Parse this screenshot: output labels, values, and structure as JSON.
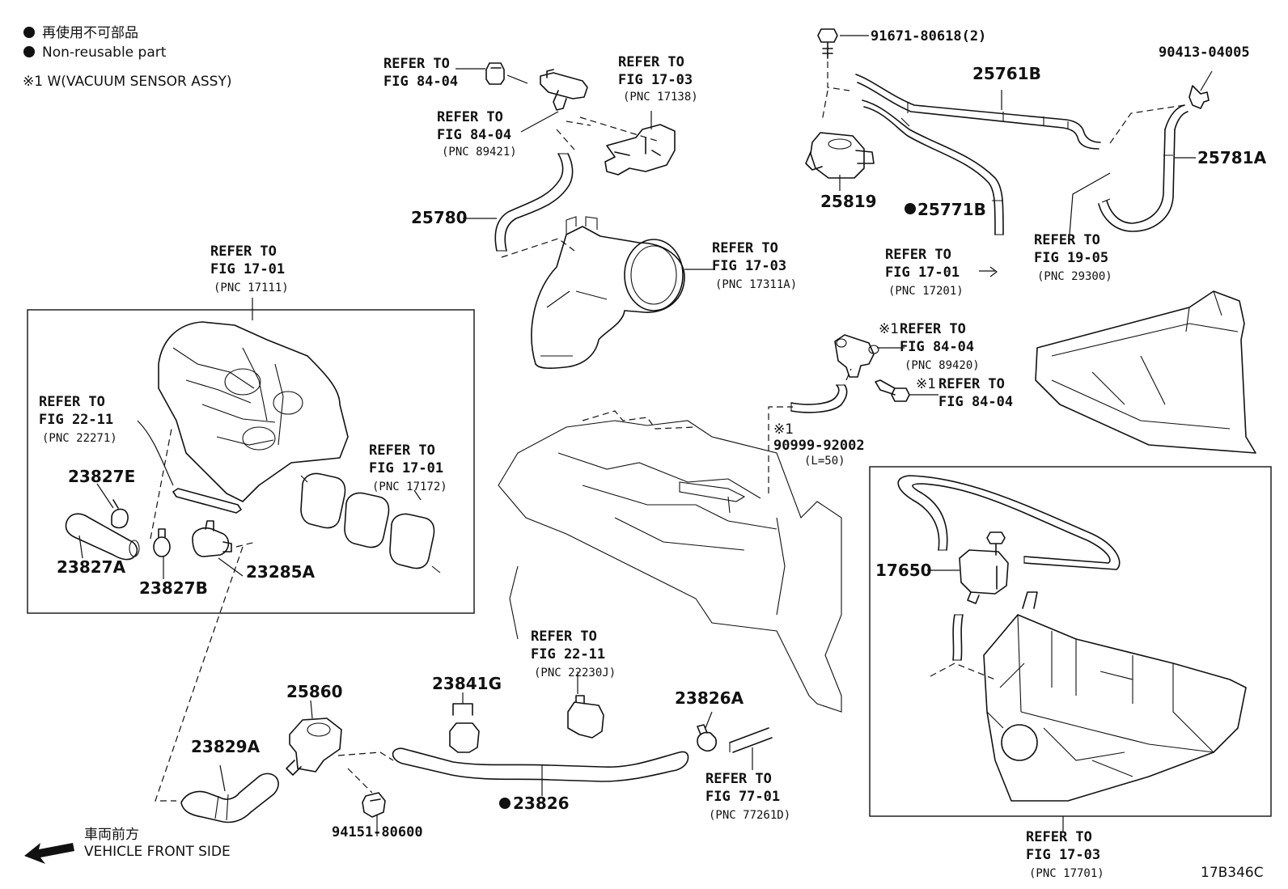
{
  "legend": {
    "bullet_jp": "再使用不可部品",
    "bullet_en": "Non-reusable part",
    "note": "※1 W(VACUUM SENSOR ASSY)"
  },
  "front": {
    "jp": "車両前方",
    "en": "VEHICLE FRONT SIDE"
  },
  "figure_code": "17B346C",
  "parts": {
    "p91671": "91671-80618(2)",
    "p90413": "90413-04005",
    "p25761B": "25761B",
    "p25781A": "25781A",
    "p25819": "25819",
    "p25771B": "25771B",
    "p25780": "25780",
    "p23827E": "23827E",
    "p23827A": "23827A",
    "p23827B": "23827B",
    "p23285A": "23285A",
    "p90999_mark": "※1",
    "p90999": "90999-92002",
    "p90999_len": "(L=50)",
    "p17650": "17650",
    "p25860": "25860",
    "p23841G": "23841G",
    "p23826A": "23826A",
    "p23829A": "23829A",
    "p23826": "23826",
    "p94151": "94151-80600"
  },
  "refs": {
    "r1": {
      "l1": "REFER TO",
      "l2": "FIG 84-04"
    },
    "r2": {
      "l1": "REFER TO",
      "l2": "FIG 84-04",
      "l3": "(PNC 89421)"
    },
    "r3": {
      "l1": "REFER TO",
      "l2": "FIG 17-03",
      "l3": "(PNC 17138)"
    },
    "r4": {
      "l1": "REFER TO",
      "l2": "FIG 17-03",
      "l3": "(PNC 17311A)"
    },
    "r5": {
      "l1": "REFER TO",
      "l2": "FIG 17-01",
      "l3": "(PNC 17111)"
    },
    "r6": {
      "l1": "REFER TO",
      "l2": "FIG 22-11",
      "l3": "(PNC 22271)"
    },
    "r7": {
      "l1": "REFER TO",
      "l2": "FIG 17-01",
      "l3": "(PNC 17172)"
    },
    "r8": {
      "l1": "REFER TO",
      "l2": "FIG 17-01",
      "l3": "(PNC 17201)"
    },
    "r9": {
      "l1": "REFER TO",
      "l2": "FIG 19-05",
      "l3": "(PNC 29300)"
    },
    "r10": {
      "mark": "※1",
      "l1": "REFER TO",
      "l2": "FIG 84-04",
      "l3": "(PNC 89420)"
    },
    "r11": {
      "mark": "※1",
      "l1": "REFER TO",
      "l2": "FIG 84-04"
    },
    "r12": {
      "l1": "REFER TO",
      "l2": "FIG 22-11",
      "l3": "(PNC 22230J)"
    },
    "r13": {
      "l1": "REFER TO",
      "l2": "FIG 77-01",
      "l3": "(PNC 77261D)"
    },
    "r14": {
      "l1": "REFER TO",
      "l2": "FIG 17-03",
      "l3": "(PNC 17701)"
    }
  }
}
